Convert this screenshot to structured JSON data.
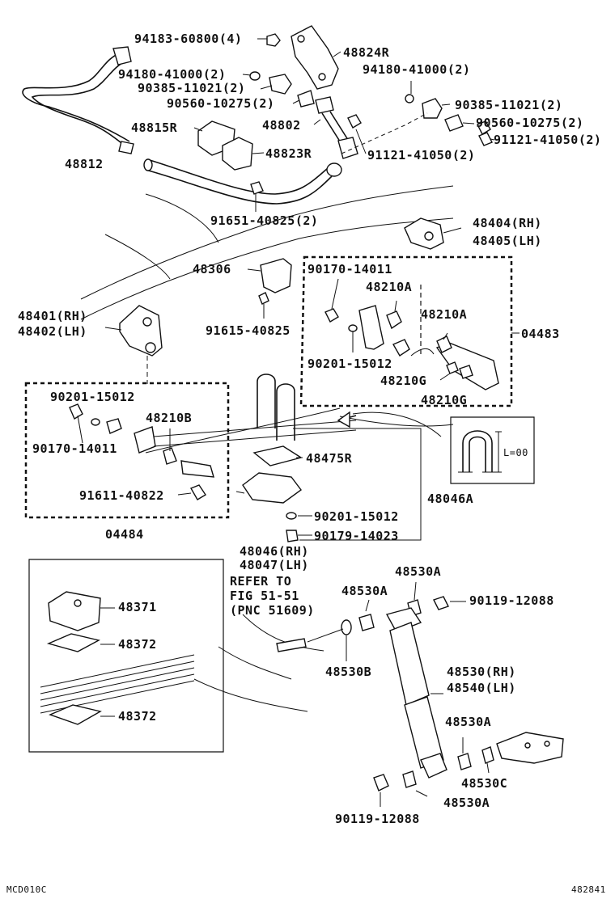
{
  "labels": {
    "p94183_60800": "94183-60800(4)",
    "p48824R": "48824R",
    "p94180_41000_a": "94180-41000(2)",
    "p94180_41000_b": "94180-41000(2)",
    "p90385_11021_a": "90385-11021(2)",
    "p90385_11021_b": "90385-11021(2)",
    "p90560_10275_a": "90560-10275(2)",
    "p90560_10275_b": "90560-10275(2)",
    "p48815R": "48815R",
    "p48802": "48802",
    "p91121_41050_a": "91121-41050(2)",
    "p91121_41050_b": "91121-41050(2)",
    "p48823R": "48823R",
    "p48812": "48812",
    "p91651_40825": "91651-40825(2)",
    "p48404": "48404(RH)",
    "p48405": "48405(LH)",
    "p48306": "48306",
    "p90170_14011_a": "90170-14011",
    "p48210A_a": "48210A",
    "p48210A_b": "48210A",
    "p48401": "48401(RH)",
    "p48402": "48402(LH)",
    "p91615_40825": "91615-40825",
    "p04483": "04483",
    "p90201_15012_a": "90201-15012",
    "p48210G_a": "48210G",
    "p48210G_b": "48210G",
    "p90201_15012_b": "90201-15012",
    "p48210B": "48210B",
    "p90170_14011_b": "90170-14011",
    "p48475R": "48475R",
    "p91611_40822": "91611-40822",
    "p48046A": "48046A",
    "p90201_15012_c": "90201-15012",
    "p04484": "04484",
    "p90179_14023": "90179-14023",
    "p48046": "48046(RH)",
    "p48047": "48047(LH)",
    "refer1": "REFER TO",
    "refer2": "FIG 51-51",
    "refer3": "(PNC 51609)",
    "p48530A_a": "48530A",
    "p48530A_b": "48530A",
    "p90119_12088_a": "90119-12088",
    "p48371": "48371",
    "p48372_a": "48372",
    "p48372_b": "48372",
    "p48530B": "48530B",
    "p48530": "48530(RH)",
    "p48540": "48540(LH)",
    "p48530A_c": "48530A",
    "p48530C": "48530C",
    "p48530A_d": "48530A",
    "p90119_12088_b": "90119-12088",
    "inset_L": "L=00",
    "footer_left": "MCD010C",
    "footer_right": "482841"
  }
}
